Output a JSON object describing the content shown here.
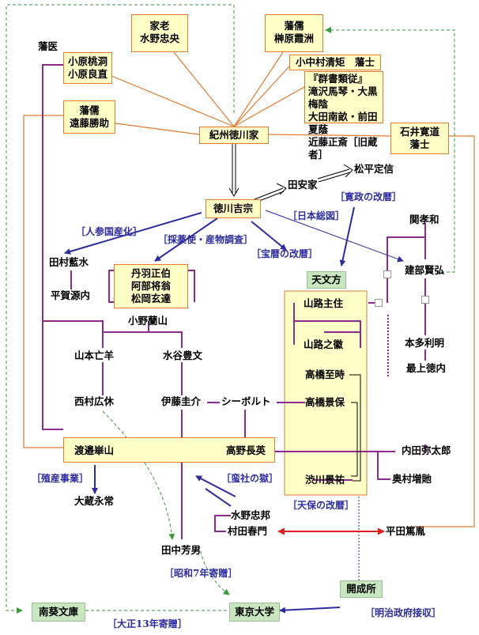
{
  "nodes": {
    "karo": [
      "家老",
      "水野忠央"
    ],
    "hanju1": [
      "藩儒",
      "榊原霞洲"
    ],
    "hani_label": "藩医",
    "kohara": [
      "小原桃洞",
      "小原良直"
    ],
    "komura": "小中村清矩　藩士",
    "gunsho": [
      "『群書類従』",
      "滝沢馬琴・大黒梅陰",
      "大田南畝・前田夏蔭",
      "近藤正斎［旧蔵者］"
    ],
    "hanju2": [
      "藩儒",
      "遠藤勝助"
    ],
    "kishu": "紀州徳川家",
    "ishii": [
      "石井寛道",
      "藩士"
    ],
    "tayasu": "田安家",
    "matsudaira": "松平定信",
    "yoshimune": "徳川吉宗",
    "seki": "関孝和",
    "tamura": "田村藍水",
    "takebe": "建部賢弘",
    "tenmon": "天文方",
    "hiraga": "平賀源内",
    "niwa": [
      "丹羽正伯",
      "阿部将翁",
      "松岡玄達"
    ],
    "yamaji1": "山路主住",
    "ono": "小野蘭山",
    "yamaji2": "山路之徽",
    "honda": "本多利明",
    "yamamoto": "山本亡羊",
    "mizutani": "水谷豊文",
    "mogami": "最上徳内",
    "takahashi1": "高橋至時",
    "nishimura": "西村広休",
    "ito": "伊藤圭介",
    "siebold": "シーボルト",
    "takahashi2": "高橋景保",
    "watanabe": "渡邉崋山",
    "takano": "高野長英",
    "uchida": "内田弥太郎",
    "okumura": "奥村増貤",
    "okura": "大蔵永常",
    "shibukawa": "渋川景祐",
    "mizuno": "水野忠邦",
    "murata": "村田春門",
    "hirata": "平田篤胤",
    "tanaka": "田中芳男",
    "kaisei": "開成所",
    "nanki": "南葵文庫",
    "todai": "東京大学"
  },
  "labels": {
    "kansei": "［寛政の改暦］",
    "nihon_sozu": "［日本総図］",
    "ninjin": "［人参国産化］",
    "saiyaku": "［採薬使・産物調査］",
    "horeki": "［宝暦の改暦］",
    "shokusan": "［殖産事業］",
    "bansha": "［蛮社の獄］",
    "tenpo": "［天保の改暦］",
    "showa": "［昭和7年寄贈］",
    "taisho": "［大正13年寄贈］",
    "meiji": "［明治政府接収］"
  },
  "colors": {
    "orange": "#e07a2e",
    "purple": "#8e2a8e",
    "navy": "#2c2ca0",
    "green": "#3a9a3a",
    "red": "#e02020",
    "box_fill": "#ffffc8",
    "green_fill": "#c8e6c0"
  }
}
